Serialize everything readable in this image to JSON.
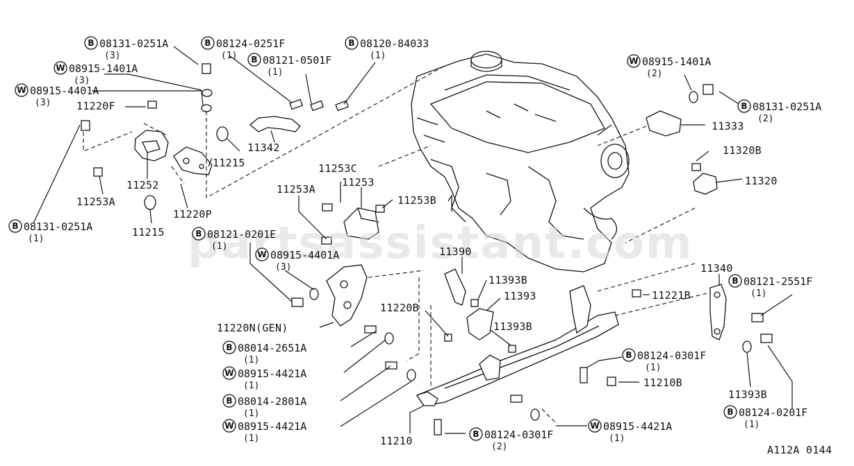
{
  "watermark": "partsassistant.com",
  "footer_code": "A112A 0144",
  "part_labels": [
    "11342",
    "11215",
    "11215",
    "11252",
    "11253A",
    "11220P",
    "11220F",
    "11253C",
    "11253",
    "11253A",
    "11253B",
    "11333",
    "11320B",
    "11320",
    "11390",
    "11393B",
    "11393",
    "11393B",
    "11220B",
    "11221B",
    "11340",
    "11220N(GEN)",
    "11210B",
    "11393B",
    "11210"
  ],
  "callouts": [
    {
      "letter": "B",
      "code": "08131-0251A",
      "qty": "(3)"
    },
    {
      "letter": "B",
      "code": "08124-0251F",
      "qty": "(1)"
    },
    {
      "letter": "B",
      "code": "08120-84033",
      "qty": "(1)"
    },
    {
      "letter": "B",
      "code": "08121-0501F",
      "qty": "(1)"
    },
    {
      "letter": "W",
      "code": "08915-1401A",
      "qty": "(3)"
    },
    {
      "letter": "W",
      "code": "08915-4401A",
      "qty": "(3)"
    },
    {
      "letter": "B",
      "code": "08131-0251A",
      "qty": "(1)"
    },
    {
      "letter": "W",
      "code": "08915-1401A",
      "qty": "(2)"
    },
    {
      "letter": "B",
      "code": "08131-0251A",
      "qty": "(2)"
    },
    {
      "letter": "B",
      "code": "08121-0201E",
      "qty": "(1)"
    },
    {
      "letter": "W",
      "code": "08915-4401A",
      "qty": "(3)"
    },
    {
      "letter": "B",
      "code": "08121-2551F",
      "qty": "(1)"
    },
    {
      "letter": "B",
      "code": "08014-2651A",
      "qty": "(1)"
    },
    {
      "letter": "W",
      "code": "08915-4421A",
      "qty": "(1)"
    },
    {
      "letter": "B",
      "code": "08124-0301F",
      "qty": "(1)"
    },
    {
      "letter": "B",
      "code": "08014-2801A",
      "qty": "(1)"
    },
    {
      "letter": "W",
      "code": "08915-4421A",
      "qty": "(1)"
    },
    {
      "letter": "B",
      "code": "08124-0301F",
      "qty": "(2)"
    },
    {
      "letter": "W",
      "code": "08915-4421A",
      "qty": "(1)"
    },
    {
      "letter": "B",
      "code": "08124-0201F",
      "qty": "(1)"
    }
  ]
}
